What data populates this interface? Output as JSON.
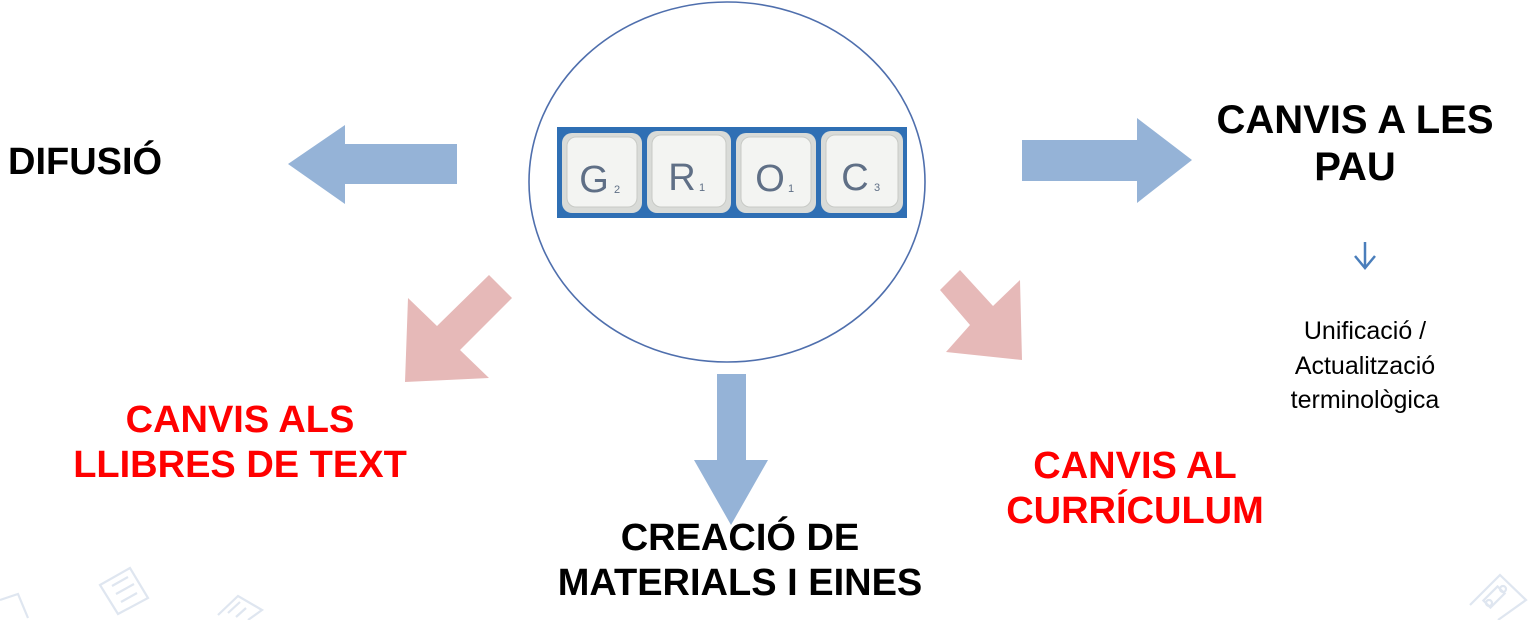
{
  "colors": {
    "blue_arrow": "#95b3d7",
    "pink_arrow": "#e6b9b8",
    "red_text": "#ff0000",
    "black_text": "#000000",
    "circle_stroke": "#4f6fad",
    "tile_bg": "#2f6fb4",
    "tile_face": "#f3f4f2",
    "faint_icon": "#dfe6f0"
  },
  "center": {
    "tiles": [
      {
        "letter": "G",
        "sub": "2"
      },
      {
        "letter": "R",
        "sub": "1"
      },
      {
        "letter": "O",
        "sub": "1"
      },
      {
        "letter": "C",
        "sub": "3"
      }
    ]
  },
  "labels": {
    "difusio": "DIFUSIÓ",
    "pau": [
      "CANVIS A LES",
      "PAU"
    ],
    "llibres": [
      "CANVIS ALS",
      "LLIBRES DE TEXT"
    ],
    "curriculum": [
      "CANVIS AL",
      "CURRÍCULUM"
    ],
    "materials": [
      "CREACIÓ DE",
      "MATERIALS I EINES"
    ],
    "unificacio": [
      "Unificació /",
      "Actualització",
      "terminològica"
    ]
  },
  "icons": [
    "left-arrow-icon",
    "right-arrow-icon",
    "down-arrow-icon",
    "down-left-arrow-icon",
    "down-right-arrow-icon",
    "small-down-arrow-icon",
    "paper-note-icon",
    "book-icon",
    "tape-icon"
  ]
}
